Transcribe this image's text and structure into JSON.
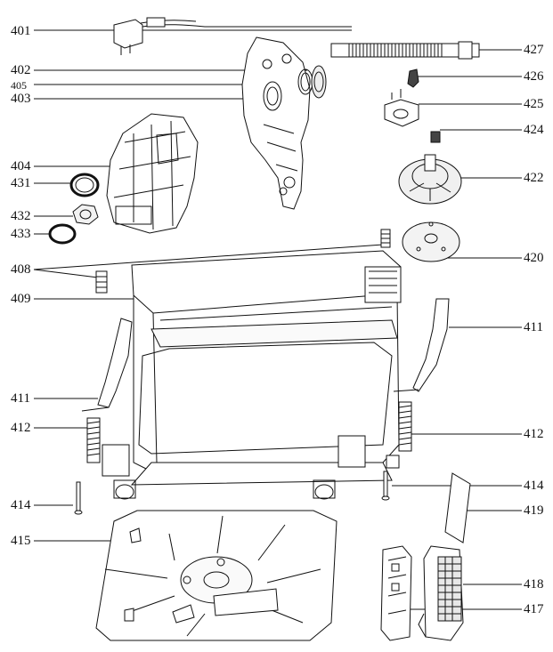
{
  "diagram": {
    "labels_left": [
      "401",
      "402",
      "405",
      "403",
      "404",
      "431",
      "432",
      "433",
      "408",
      "409",
      "411",
      "412",
      "414",
      "415"
    ],
    "labels_right": [
      "427",
      "426",
      "425",
      "424",
      "422",
      "420",
      "411",
      "412",
      "414",
      "419",
      "418",
      "417"
    ]
  },
  "colors": {
    "line": "#111111",
    "fill_light": "#f2f2f2",
    "fill_mid": "#d8d8d8",
    "fill_dark": "#555555"
  }
}
